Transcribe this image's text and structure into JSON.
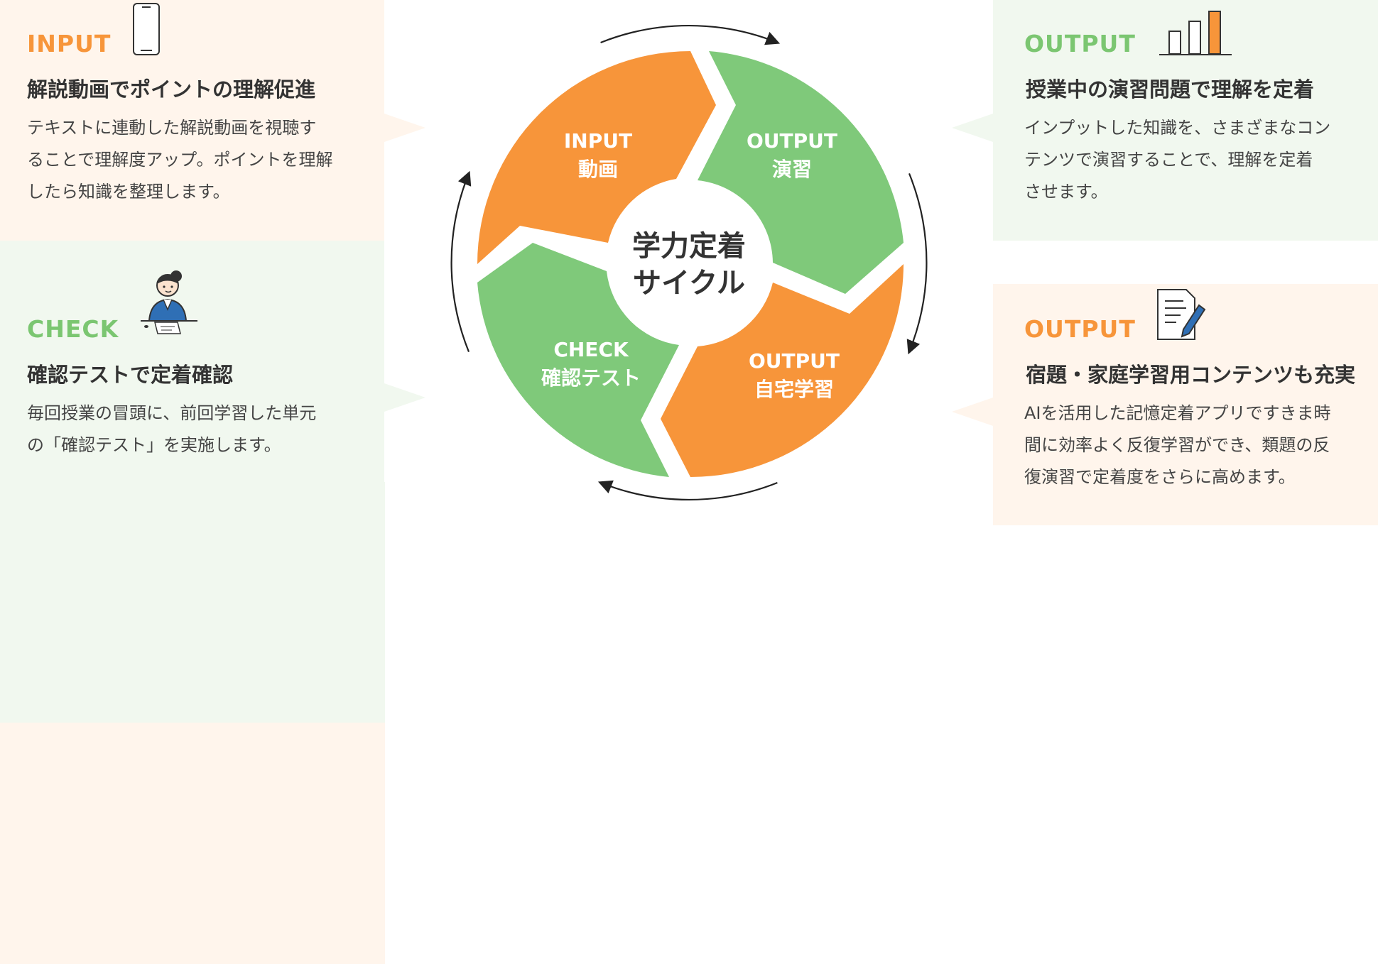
{
  "cycle": {
    "center_line1": "学力定着",
    "center_line2": "サイクル",
    "segments": {
      "input": {
        "line1": "INPUT",
        "line2": "動画"
      },
      "output_practice": {
        "line1": "OUTPUT",
        "line2": "演習"
      },
      "output_home": {
        "line1": "OUTPUT",
        "line2": "自宅学習"
      },
      "check": {
        "line1": "CHECK",
        "line2": "確認テスト"
      }
    }
  },
  "cards": {
    "input": {
      "kicker": "INPUT",
      "heading": "解説動画でポイントの理解促進",
      "lines": [
        "テキストに連動した解説動画を視聴す",
        "ることで理解度アップ。ポイントを理解",
        "したら知識を整理します。"
      ],
      "icon": "smartphone-icon"
    },
    "check": {
      "kicker": "CHECK",
      "heading": "確認テストで定着確認",
      "lines": [
        "毎回授業の冒頭に、前回学習した単元",
        "の「確認テスト」を実施します。"
      ],
      "icon": "student-icon"
    },
    "output_practice": {
      "kicker": "OUTPUT",
      "heading": "授業中の演習問題で理解を定着",
      "lines": [
        "インプットした知識を、さまざまなコン",
        "テンツで演習することで、理解を定着",
        "させます。"
      ],
      "icon": "bar-chart-icon"
    },
    "output_home": {
      "kicker": "OUTPUT",
      "heading": "宿題・家庭学習用コンテンツも充実",
      "lines": [
        "AIを活用した記憶定着アプリですきま時",
        "間に効率よく反復学習ができ、類題の反",
        "復演習で定着度をさらに高めます。"
      ],
      "icon": "document-pencil-icon"
    }
  },
  "colors": {
    "orange": "#f7953a",
    "green": "#7fc97a",
    "orange_bg": "#fff5ec",
    "green_bg": "#f1f8ef",
    "text": "#333333"
  }
}
